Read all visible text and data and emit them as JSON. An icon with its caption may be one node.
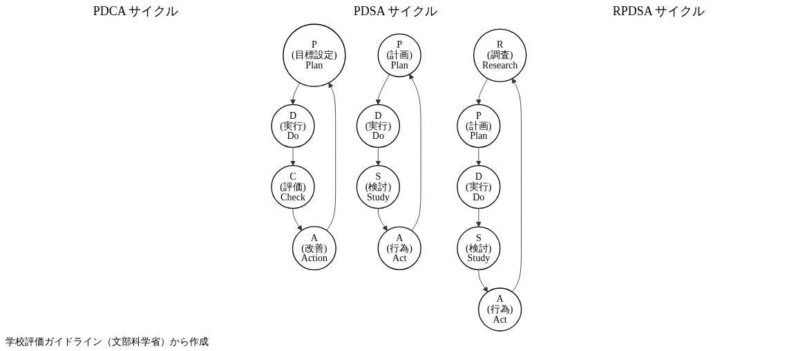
{
  "diagram": {
    "nodes": [
      {
        "text": [
          "P",
          "(目標設定)",
          "Plan"
        ]
      },
      {
        "text": [
          "D",
          "(実行)",
          "Do"
        ]
      },
      {
        "text": [
          "C",
          "(評価)",
          "Check"
        ]
      },
      {
        "text": [
          "A",
          "(改善)",
          "Action"
        ]
      },
      {
        "text": [
          "P",
          "(計画)",
          "Plan"
        ]
      },
      {
        "text": [
          "D",
          "(実行)",
          "Do"
        ]
      },
      {
        "text": [
          "S",
          "(検討)",
          "Study"
        ]
      },
      {
        "text": [
          "A",
          "(行為)",
          "Act"
        ]
      },
      {
        "text": [
          "R",
          "(調査)",
          "Research"
        ]
      },
      {
        "text": [
          "P",
          "(計画)",
          "Plan"
        ]
      },
      {
        "text": [
          "D",
          "(実行)",
          "Do"
        ]
      },
      {
        "text": [
          "S",
          "(検討)",
          "Study"
        ]
      },
      {
        "text": [
          "A",
          "(行為)",
          "Act"
        ]
      }
    ],
    "edges": [
      {
        "from": 0,
        "to": 1,
        "arrow": "to"
      },
      {
        "from": 1,
        "to": 2,
        "arrow": "to"
      },
      {
        "from": 2,
        "to": 3,
        "arrow": "to"
      },
      {
        "from": 3,
        "to": 0,
        "arrow": "to"
      },
      {
        "from": 4,
        "to": 5,
        "arrow": "to"
      },
      {
        "from": 5,
        "to": 6,
        "arrow": "to"
      },
      {
        "from": 6,
        "to": 7,
        "arrow": "to"
      },
      {
        "from": 7,
        "to": 4,
        "arrow": "to"
      },
      {
        "from": 8,
        "to": 9,
        "arrow": "to"
      },
      {
        "from": 9,
        "to": 10,
        "arrow": "to"
      },
      {
        "from": 10,
        "to": 11,
        "arrow": "to"
      },
      {
        "from": 11,
        "to": 12,
        "arrow": "to"
      },
      {
        "from": 12,
        "to": 8,
        "arrow": "to"
      }
    ],
    "labels": [
      "PDCA サイクル",
      "PDSA サイクル",
      "RPDSA サイクル",
      "学校評価ガイドライン（文部科学省）から作成"
    ]
  }
}
